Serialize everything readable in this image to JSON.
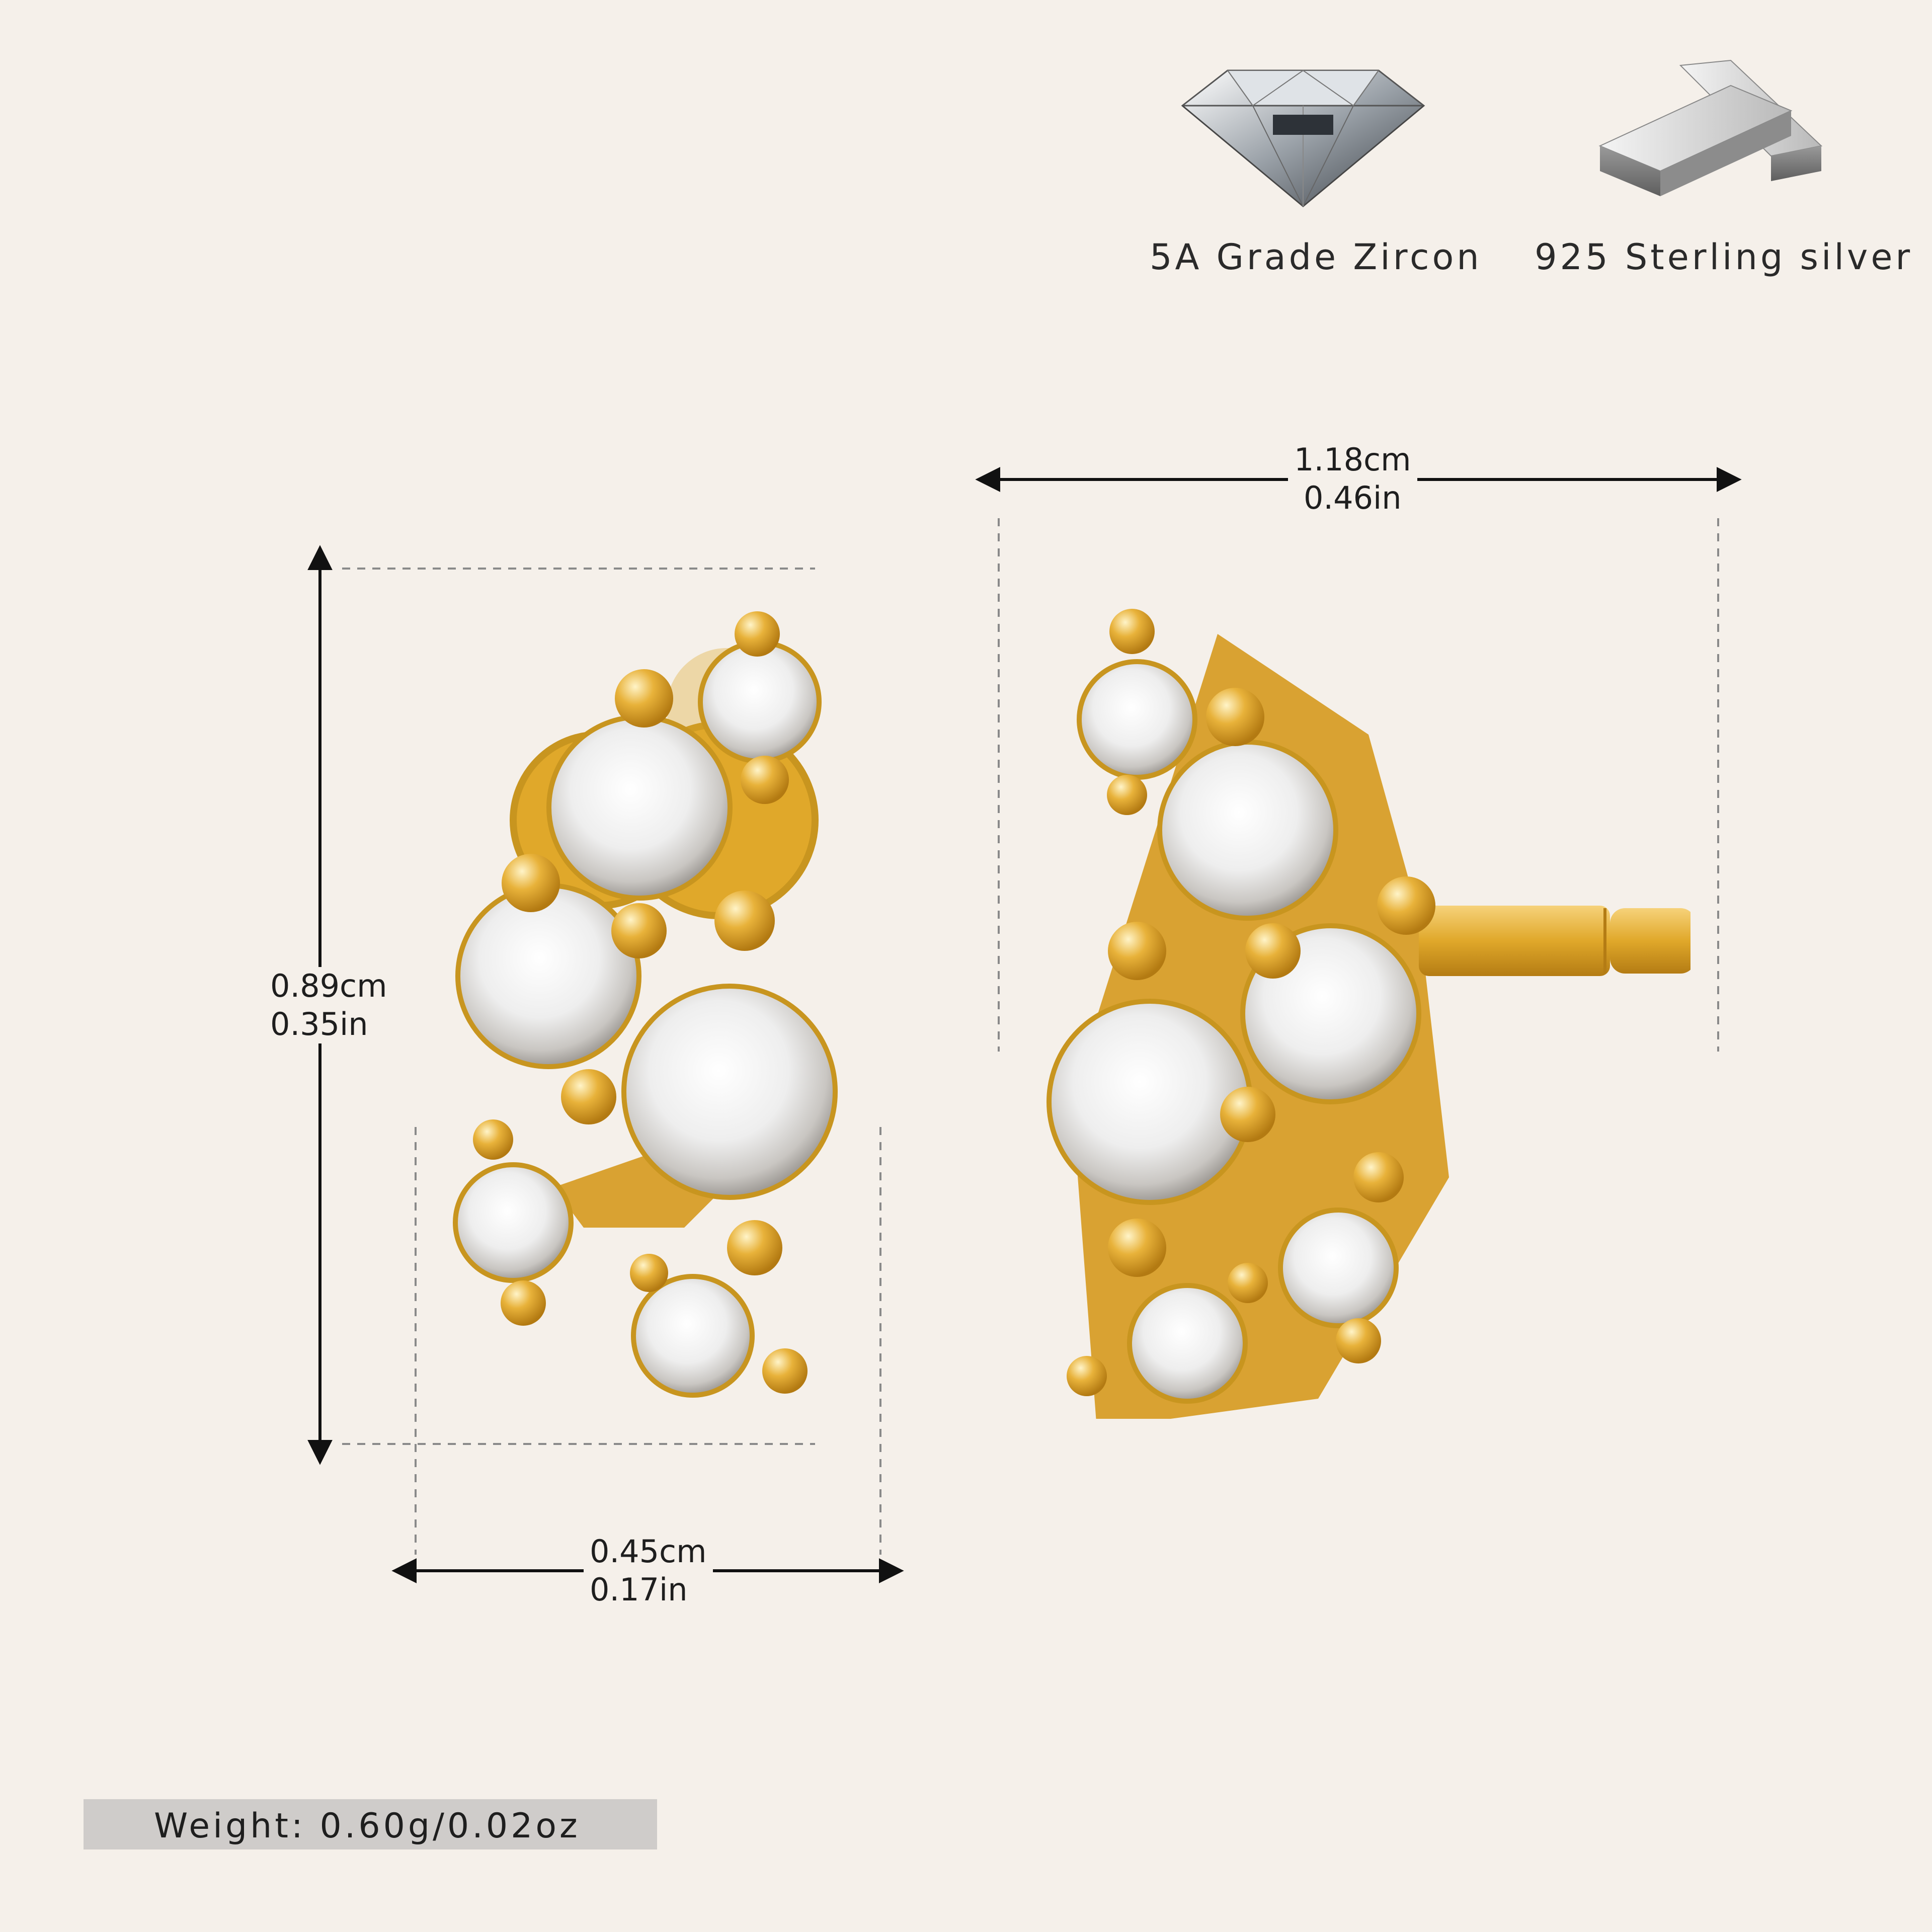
{
  "features": [
    {
      "icon": "zircon-gem-icon",
      "label": "5A Grade Zircon"
    },
    {
      "icon": "silver-bars-icon",
      "label": "925 Sterling silver"
    }
  ],
  "dimensions": {
    "width_total": {
      "cm": "1.18cm",
      "in": "0.46in"
    },
    "height": {
      "cm": "0.89cm",
      "in": "0.35in"
    },
    "width_front": {
      "cm": "0.45cm",
      "in": "0.17in"
    }
  },
  "weight": {
    "label": "Weight:",
    "value": "0.60g/0.02oz"
  },
  "colors": {
    "background": "#f5f0ea",
    "gold": "#e0a82a",
    "line": "#111111"
  }
}
